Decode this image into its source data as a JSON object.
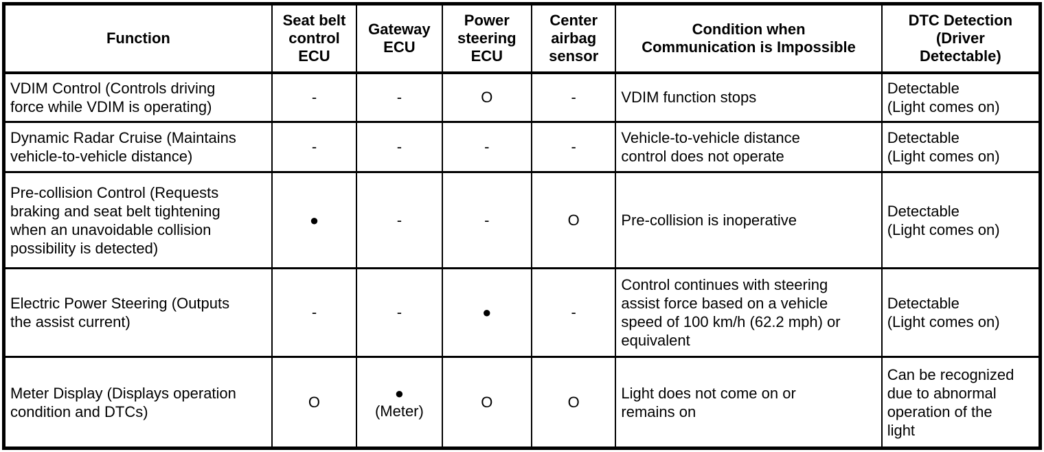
{
  "table": {
    "colors": {
      "text": "#000000",
      "border": "#000000",
      "background": "#ffffff"
    },
    "headers": [
      "Function",
      "Seat belt\ncontrol\nECU",
      "Gateway\nECU",
      "Power\nsteering\nECU",
      "Center\nairbag\nsensor",
      "Condition when\nCommunication is Impossible",
      "DTC Detection\n(Driver\nDetectable)"
    ],
    "rows": [
      {
        "function": "VDIM Control (Controls driving\nforce while VDIM is operating)",
        "marks": [
          "-",
          "-",
          "O",
          "-"
        ],
        "condition": "VDIM function stops",
        "dtc_detection": "Detectable\n(Light comes on)"
      },
      {
        "function": "Dynamic Radar Cruise (Maintains\nvehicle-to-vehicle distance)",
        "marks": [
          "-",
          "-",
          "-",
          "-"
        ],
        "condition": "Vehicle-to-vehicle distance\ncontrol does not operate",
        "dtc_detection": "Detectable\n(Light comes on)"
      },
      {
        "function": "Pre-collision Control (Requests\nbraking and seat belt tightening\nwhen an unavoidable collision\npossibility is detected)",
        "marks": [
          "●",
          "-",
          "-",
          "O"
        ],
        "condition": "Pre-collision is inoperative",
        "dtc_detection": "Detectable\n(Light comes on)"
      },
      {
        "function": "Electric Power Steering (Outputs\nthe assist current)",
        "marks": [
          "-",
          "-",
          "●",
          "-"
        ],
        "condition": "Control continues with steering\nassist force based on a vehicle\nspeed of 100 km/h (62.2 mph) or\nequivalent",
        "dtc_detection": "Detectable\n(Light comes on)"
      },
      {
        "function": "Meter Display (Displays operation\ncondition and DTCs)",
        "marks": [
          "O",
          "●\n(Meter)",
          "O",
          "O"
        ],
        "condition": "Light does not come on or\nremains on",
        "dtc_detection": "Can be recognized\ndue to abnormal\noperation of the\nlight"
      }
    ]
  }
}
